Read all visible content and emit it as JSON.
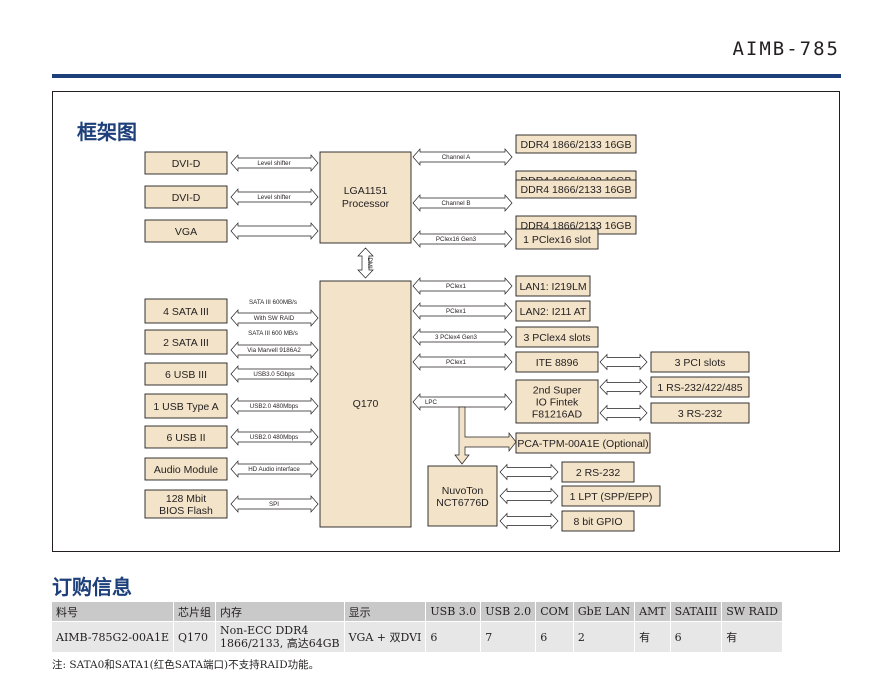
{
  "header": {
    "model": "AIMB-785"
  },
  "diagram": {
    "title": "框架图",
    "left_boxes": [
      "DVI-D",
      "DVI-D",
      "VGA",
      "4 SATA III",
      "2 SATA III",
      "6 USB III",
      "1 USB Type A",
      "6 USB II",
      "Audio Module",
      "128 Mbit BIOS Flash"
    ],
    "left_labels": [
      "Level shifter",
      "Level shifter",
      "SATA III 600MB/s",
      "With SW RAID",
      "SATA III 600 MB/s",
      "Via Marvell 9186A2",
      "USB3.0 5Gbps",
      "USB2.0 480Mbps",
      "USB2.0 480Mbps",
      "HD Audio interface",
      "SPI"
    ],
    "processor": "LGA1151 Processor",
    "dmi": "DMI",
    "pch": "Q170",
    "right_labels": [
      "Channel A",
      "Channel B",
      "PClex16 Gen3",
      "PClex1",
      "PClex1",
      "3 PClex4 Gen3",
      "PClex1",
      "LPC"
    ],
    "right_boxes": [
      "DDR4 1866/2133 16GB",
      "DDR4 1866/2133 16GB",
      "DDR4 1866/2133 16GB",
      "DDR4 1866/2133 16GB",
      "1 PClex16 slot",
      "LAN1: I219LM",
      "LAN2: I211 AT",
      "3 PClex4 slots",
      "ITE 8896",
      "2nd Super IO Fintek F81216AD",
      "PCA-TPM-00A1E (Optional)",
      "NuvoTon NCT6776D"
    ],
    "far_boxes": [
      "3 PCI slots",
      "1 RS-232/422/485",
      "3 RS-232",
      "2 RS-232",
      "1 LPT (SPP/EPP)",
      "8 bit GPIO"
    ]
  },
  "order": {
    "title": "订购信息",
    "headers": [
      "料号",
      "芯片组",
      "内存",
      "显示",
      "USB 3.0",
      "USB 2.0",
      "COM",
      "GbE LAN",
      "AMT",
      "SATAIII",
      "SW RAID"
    ],
    "row": [
      "AIMB-785G2-00A1E",
      "Q170",
      "Non-ECC DDR4 1866/2133, 高达64GB",
      "VGA + 双DVI",
      "6",
      "7",
      "6",
      "2",
      "有",
      "6",
      "有"
    ]
  },
  "footnote": "注: SATA0和SATA1(红色SATA端口)不支持RAID功能。",
  "colors": {
    "accent": "#1d3f7a",
    "box_fill": "#f2e3c9",
    "table_header": "#c9c9c9",
    "table_row": "#e7e7e7"
  }
}
